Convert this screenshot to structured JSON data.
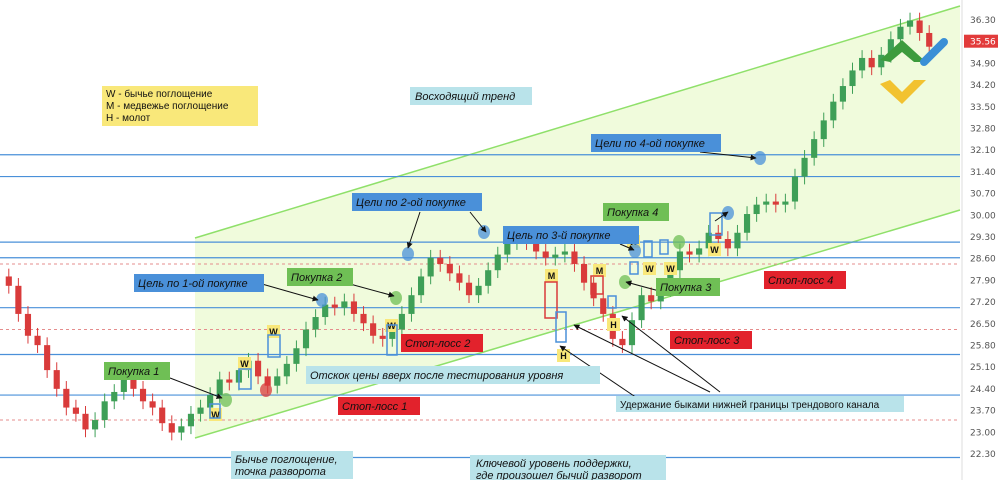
{
  "price_axis": {
    "ticks": [
      "36.30",
      "35.56",
      "34.90",
      "34.20",
      "33.50",
      "32.80",
      "32.10",
      "31.40",
      "30.70",
      "30.00",
      "29.30",
      "28.60",
      "27.90",
      "27.20",
      "26.50",
      "25.80",
      "25.10",
      "24.40",
      "23.70",
      "23.00",
      "22.30"
    ],
    "current_price": "35.56",
    "current_price_color": "#e23b3b"
  },
  "legend": {
    "line1": "W - бычье поглощение",
    "line2": "M - медвежье поглощение",
    "line3": "H - молот",
    "bg_color": "#f9e87a"
  },
  "labels": {
    "uptrend": "Восходящий тренд",
    "buy1": "Покупка 1",
    "buy2": "Покупка 2",
    "buy3": "Покупка 3",
    "buy4": "Покупка 4",
    "target1": "Цель по 1-ой покупке",
    "target2": "Цели по 2-ой покупке",
    "target3": "Цель по 3-й покупке",
    "target4": "Цели по 4-ой покупке",
    "stop1": "Стоп-лосс 1",
    "stop2": "Стоп-лосс 2",
    "stop3": "Стоп-лосс 3",
    "stop4": "Стоп-лосс 4",
    "bounce": "Отскок цены вверх после тестирования уровня",
    "engulf_line1": "Бычье поглощение,",
    "engulf_line2": "точка разворота",
    "support_line1": "Ключевой уровень поддержки,",
    "support_line2": "где произошел бычий разворот",
    "hold": "Удержание быками нижней границы трендового канала"
  },
  "pattern_marks": [
    "W",
    "W",
    "W",
    "W",
    "M",
    "M",
    "H",
    "H",
    "W",
    "W",
    "W",
    "W"
  ],
  "colors": {
    "green_label": "#6fbf55",
    "blue_label": "#4a90d9",
    "teal_label": "#b9e3ea",
    "red_label": "#e2222c",
    "channel": "#8fe06a",
    "channel_fill": "#eefbd8",
    "level": "#4a90d9",
    "stop_dash": "#e58d8d",
    "candle_up": "#3e9f57",
    "candle_down": "#d93b3b"
  },
  "chart_data": {
    "type": "candlestick",
    "y_range": [
      22.0,
      36.8
    ],
    "horizontal_levels": [
      32.1,
      31.4,
      29.3,
      28.8,
      27.2,
      25.7,
      24.4,
      22.4
    ],
    "stop_levels": [
      28.6,
      26.5,
      23.6
    ],
    "close_path": [
      27.9,
      27.0,
      26.3,
      26.0,
      25.2,
      24.6,
      24.0,
      23.8,
      23.3,
      23.6,
      24.2,
      24.5,
      24.9,
      24.6,
      24.2,
      24.0,
      23.5,
      23.2,
      23.4,
      23.8,
      24.0,
      24.4,
      24.9,
      24.8,
      25.2,
      25.5,
      25.0,
      24.7,
      25.0,
      25.4,
      25.9,
      26.5,
      26.9,
      27.3,
      27.2,
      27.4,
      27.0,
      26.7,
      26.3,
      26.2,
      26.5,
      27.0,
      27.6,
      28.2,
      28.8,
      28.6,
      28.3,
      28.0,
      27.6,
      27.9,
      28.4,
      28.9,
      29.3,
      29.5,
      29.3,
      29.0,
      28.8,
      28.9,
      29.0,
      28.6,
      28.0,
      27.5,
      27.0,
      26.2,
      26.0,
      26.8,
      27.6,
      27.4,
      27.8,
      28.4,
      29.0,
      28.9,
      29.1,
      29.6,
      29.4,
      29.1,
      29.6,
      30.2,
      30.5,
      30.6,
      30.5,
      30.6,
      31.4,
      32.0,
      32.6,
      33.2,
      33.8,
      34.3,
      34.8,
      35.2,
      34.9,
      35.3,
      35.8,
      36.2,
      36.4,
      36.0,
      35.56
    ]
  }
}
